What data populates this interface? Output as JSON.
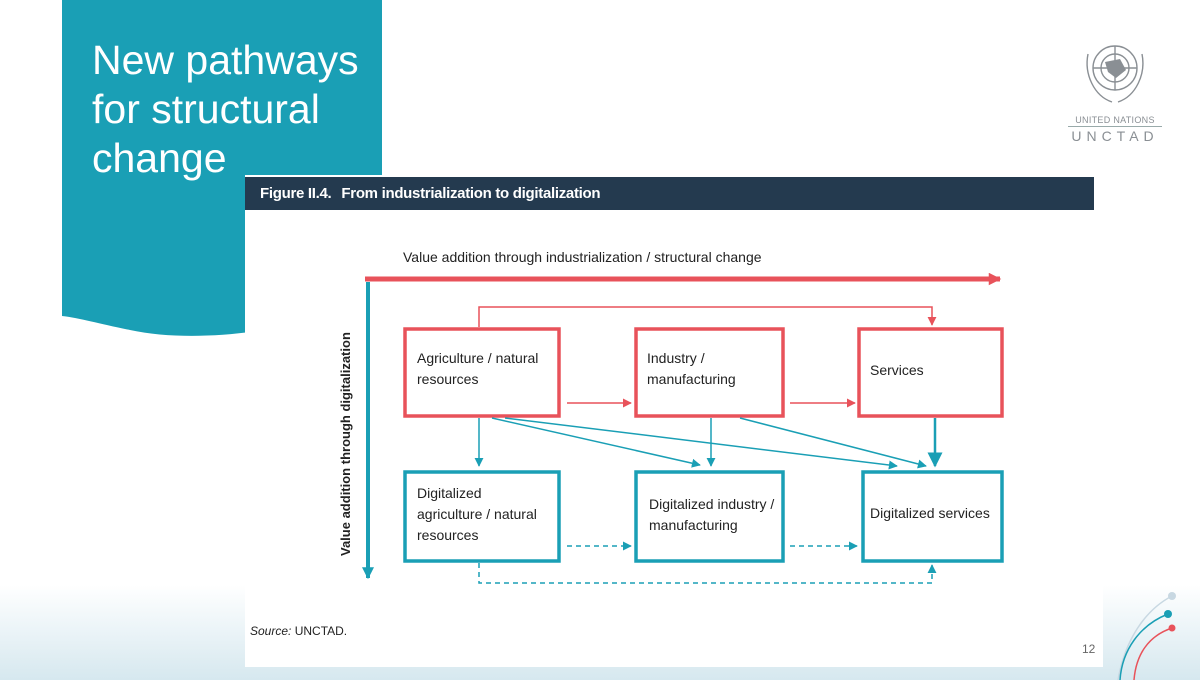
{
  "slide": {
    "title": "New pathways for structural change",
    "page_number": "12"
  },
  "logo": {
    "line1": "UNITED NATIONS",
    "line2": "UNCTAD"
  },
  "figure": {
    "label": "Figure II.4.",
    "title": "From industrialization to digitalization",
    "source_label": "Source:",
    "source_value": "UNCTAD.",
    "x_axis_label": "Value addition through industrialization / structural change",
    "y_axis_label": "Value addition through digitalization",
    "boxes": {
      "agri": [
        "Agriculture / natural",
        "resources"
      ],
      "industry": [
        "Industry /",
        "manufacturing"
      ],
      "services": [
        "Services"
      ],
      "dig_agri": [
        "Digitalized",
        "agriculture / natural",
        "resources"
      ],
      "dig_industry": [
        "Digitalized industry /",
        "manufacturing"
      ],
      "dig_services": [
        "Digitalized services"
      ]
    }
  },
  "colors": {
    "teal": "#1a9fb5",
    "red": "#e8525a",
    "navy": "#243a4f"
  }
}
